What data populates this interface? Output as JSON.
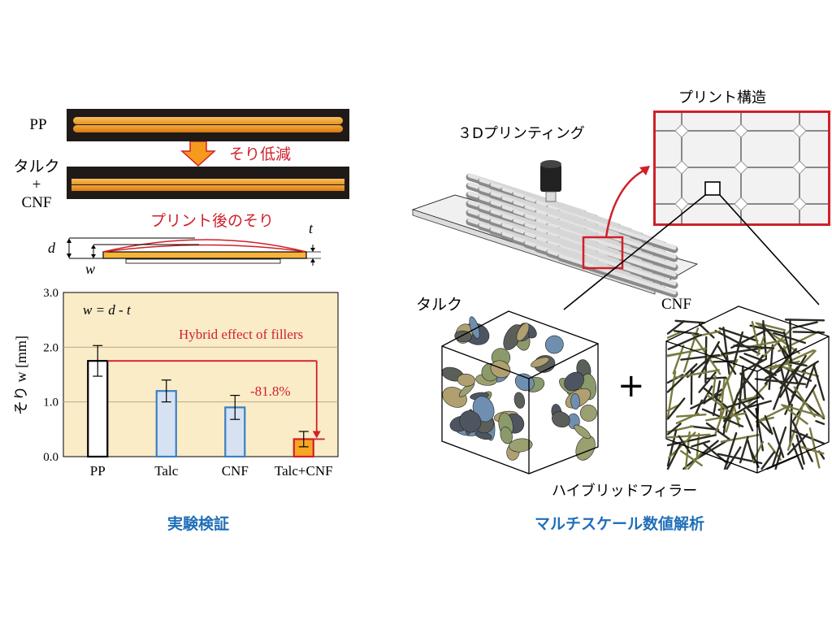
{
  "samples": {
    "top_label": "PP",
    "bottom_label_line1": "タルク",
    "bottom_label_line2": "+",
    "bottom_label_line3": "CNF"
  },
  "reduction_label": "そり低減",
  "schematic": {
    "title": "プリント後のそり",
    "d": "d",
    "w": "w",
    "t": "t"
  },
  "captions": {
    "left": "実験検証",
    "right": "マルチスケール数値解析"
  },
  "printing": {
    "title": "３Dプリンティング",
    "structure_title": "プリント構造"
  },
  "fillers": {
    "talc": "タルク",
    "cnf": "CNF",
    "plus": "+",
    "hybrid": "ハイブリッドフィラー"
  },
  "colors": {
    "accent_red": "#d0202a",
    "caption_blue": "#1f6fb8",
    "chart_bg": "#fbecc8",
    "bar_blue": "#d6e2f2",
    "bar_blue_edge": "#3b7fc4",
    "bar_orange": "#f5a623"
  },
  "chart_data": {
    "type": "bar",
    "categories": [
      "PP",
      "Talc",
      "CNF",
      "Talc+CNF"
    ],
    "values": [
      1.75,
      1.2,
      0.9,
      0.32
    ],
    "errors": [
      0.28,
      0.2,
      0.22,
      0.14
    ],
    "ylabel": "そり w [mm]",
    "ylim": [
      0,
      3.0
    ],
    "yticks": [
      "0.0",
      "1.0",
      "2.0",
      "3.0"
    ],
    "grid": true,
    "annotations": {
      "formula": "w = d - t",
      "effect": "Hybrid effect of fillers",
      "reduction": "-81.8%"
    }
  }
}
